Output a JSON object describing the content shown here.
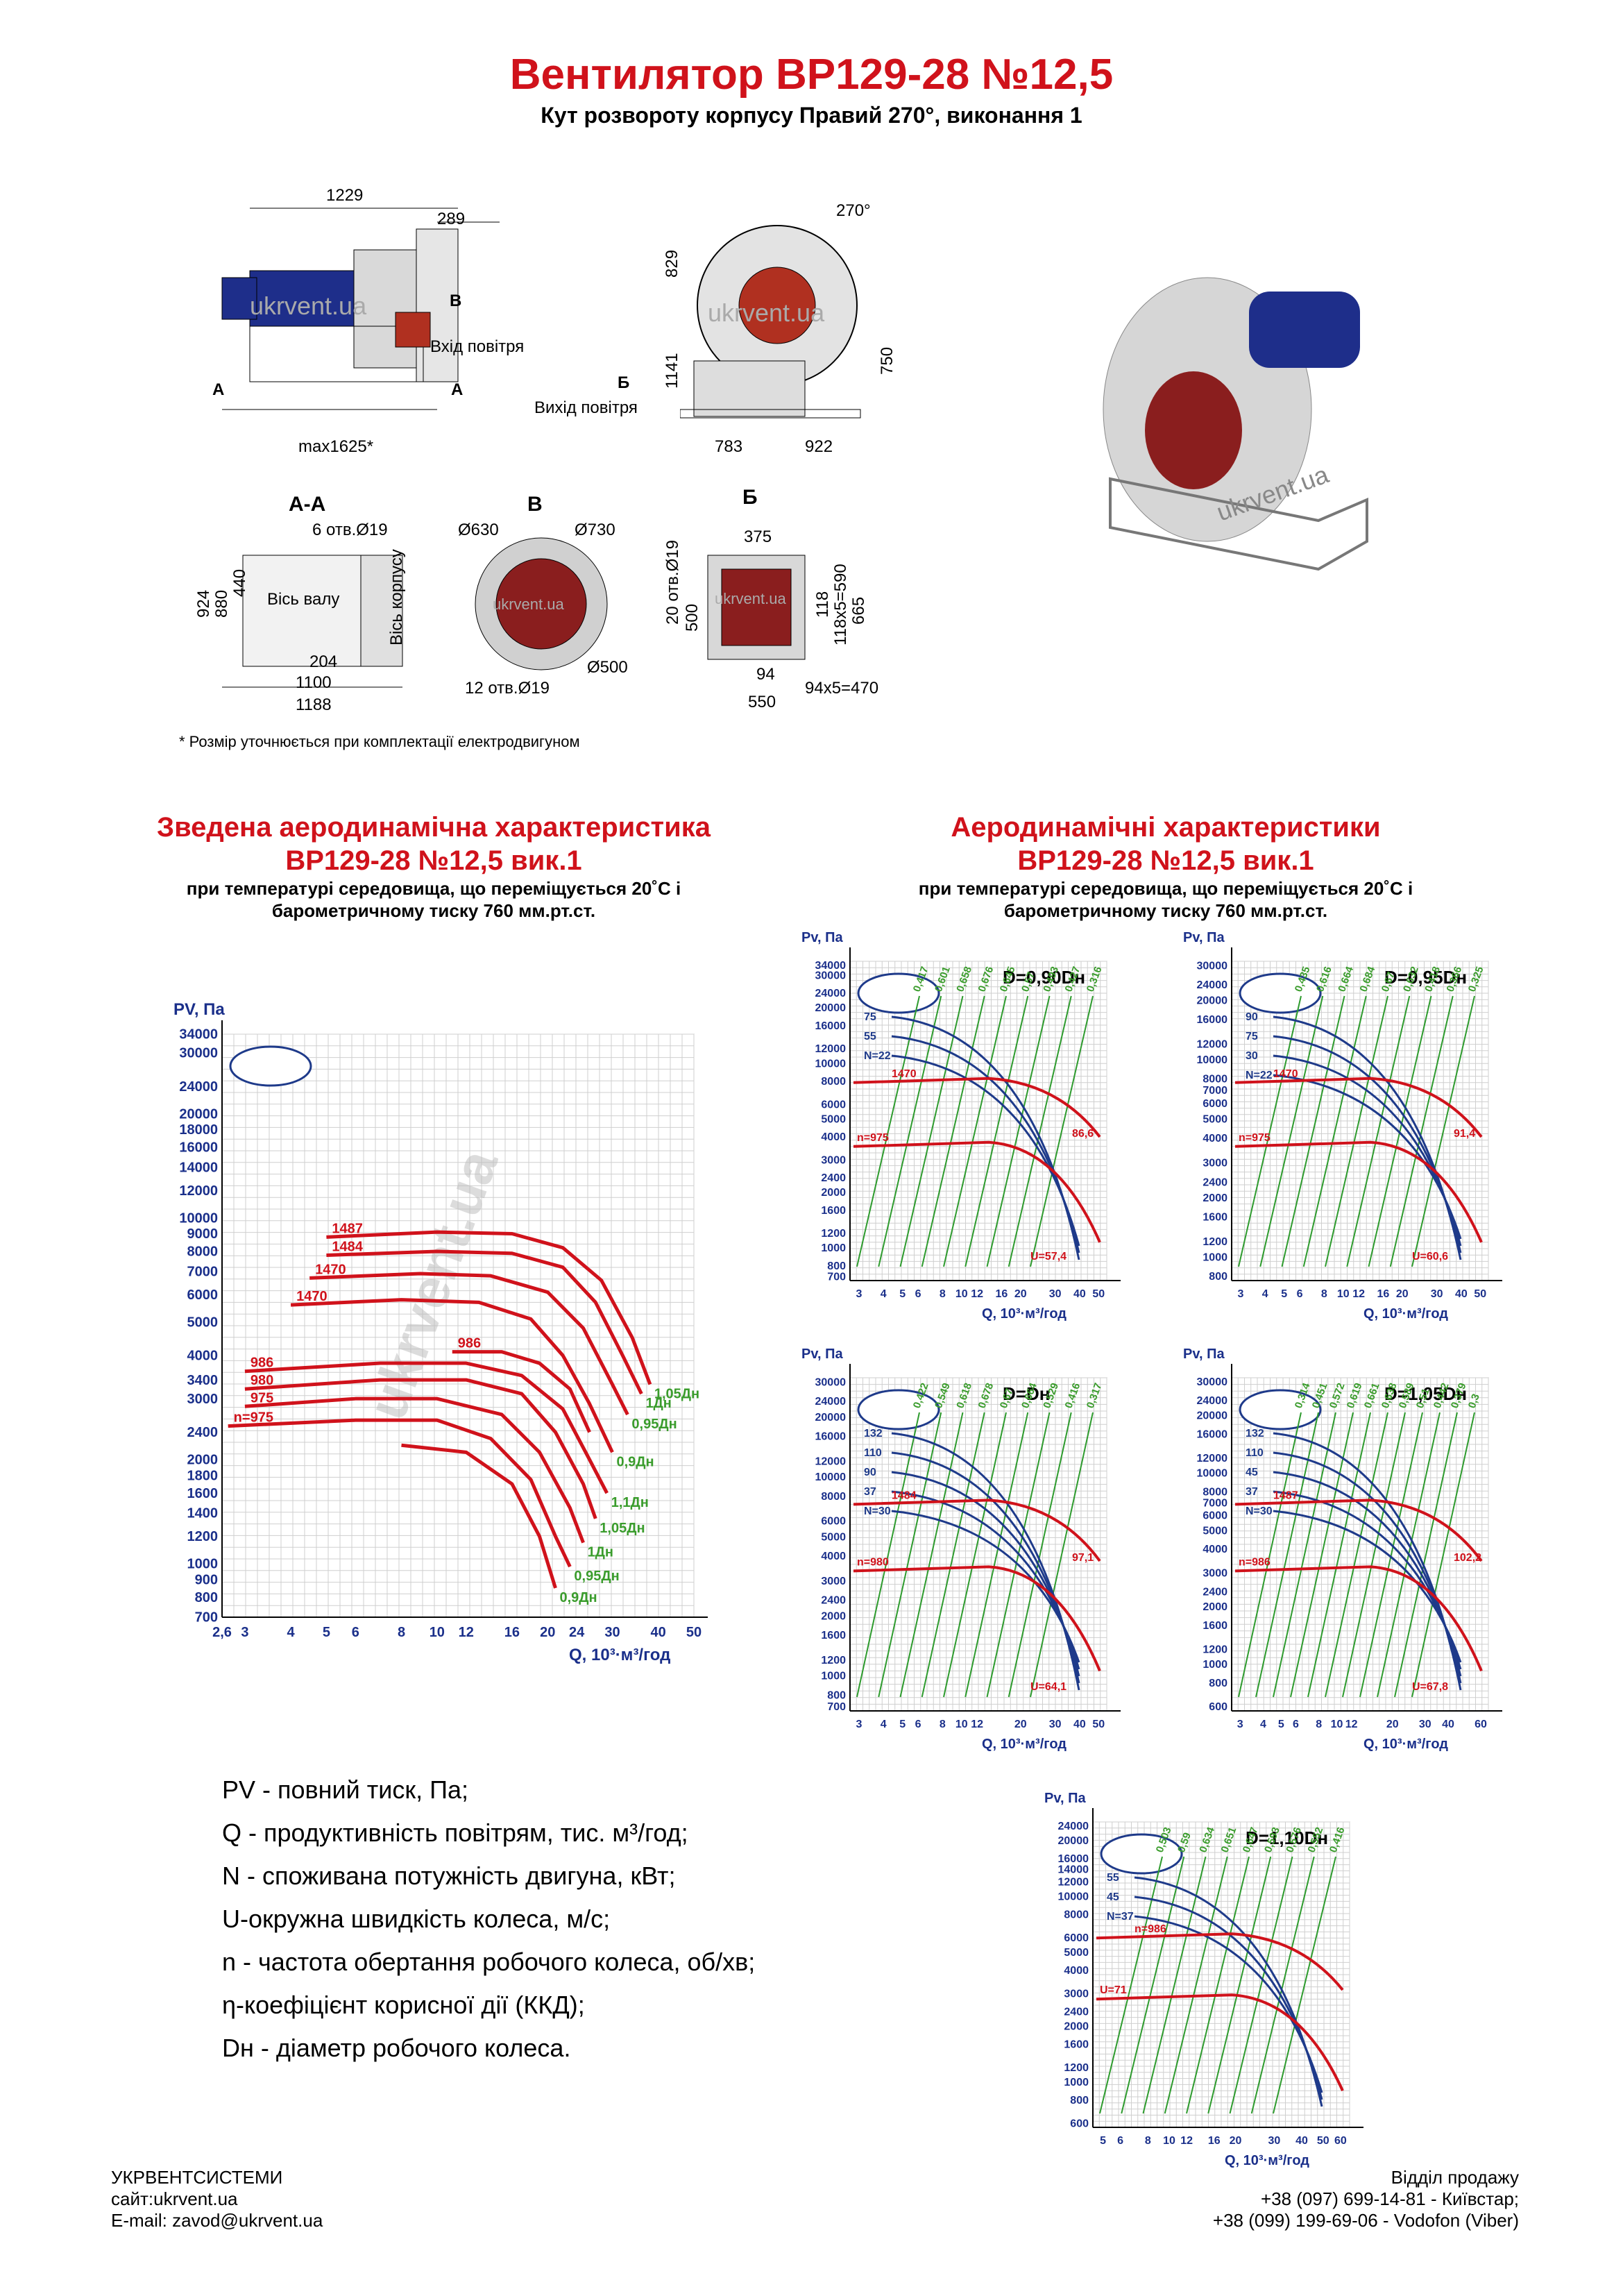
{
  "header": {
    "title": "Вентилятор ВР129-28 №12,5",
    "subtitle": "Кут розвороту корпусу Правий 270°, виконання 1"
  },
  "drawing": {
    "side_view": {
      "dims": [
        "1229",
        "289",
        "max1625*"
      ],
      "labels": [
        "В",
        "Вхід повітря",
        "А",
        "А"
      ],
      "watermark": "ukrvent.ua"
    },
    "front_view": {
      "dims": [
        "270°",
        "829",
        "1141",
        "750",
        "783",
        "922"
      ],
      "labels": [
        "Б",
        "Вихід повітря"
      ],
      "watermark": "ukrvent.ua"
    },
    "section_aa": {
      "title": "А-А",
      "dims": [
        "6 отв.Ø19",
        "924",
        "880",
        "440",
        "204",
        "1100",
        "1188"
      ],
      "labels": [
        "Вісь валу",
        "Вісь корпусу"
      ]
    },
    "view_v": {
      "title": "В",
      "dims": [
        "Ø630",
        "Ø730",
        "Ø500",
        "12 отв.Ø19"
      ],
      "watermark": "ukrvent.ua"
    },
    "view_b": {
      "title": "Б",
      "dims": [
        "375",
        "20 отв.Ø19",
        "500",
        "118",
        "118х5=590",
        "665",
        "94",
        "94х5=470",
        "550"
      ],
      "watermark": "ukrvent.ua"
    },
    "render_watermark": "ukrvent.ua",
    "footnote": "* Розмір уточнюється при комплектації електродвигуном"
  },
  "summary": {
    "title1": "Зведена аеродинамічна характеристика",
    "title2": "ВР129-28 №12,5 вик.1",
    "sub1": "при температурі середовища, що переміщується 20˚С і",
    "sub2": "барометричному тиску 760 мм.рт.ст."
  },
  "charts_header": {
    "title1": "Аеродинамічні характеристики",
    "title2": "ВР129-28 №12,5 вик.1",
    "sub1": "при температурі середовища, що переміщується 20˚С і",
    "sub2": "барометричному тиску 760 мм.рт.ст."
  },
  "chart_data": [
    {
      "type": "line",
      "id": "summary",
      "ylabel": "PV, Па",
      "xlabel": "Q, 10³·м³/год",
      "log_scale": true,
      "x_ticks": [
        "2,6",
        "3",
        "4",
        "5",
        "6",
        "8",
        "10",
        "12",
        "16",
        "20",
        "24",
        "30",
        "40",
        "50"
      ],
      "y_ticks": [
        "700",
        "800",
        "900",
        "1000",
        "1200",
        "1400",
        "1600",
        "1800",
        "2000",
        "2400",
        "3000",
        "3400",
        "4000",
        "5000",
        "6000",
        "7000",
        "8000",
        "9000",
        "10000",
        "12000",
        "14000",
        "16000",
        "18000",
        "20000",
        "24000",
        "30000",
        "34000"
      ],
      "xlim": [
        2.6,
        50
      ],
      "ylim": [
        700,
        34000
      ],
      "watermark": "ukrvent.ua",
      "series": [
        {
          "name": "1487",
          "end_label": "1,05Дн",
          "x": [
            5,
            10,
            16,
            22,
            28,
            34,
            38
          ],
          "y": [
            8800,
            9100,
            9000,
            8200,
            6600,
            4500,
            3300
          ]
        },
        {
          "name": "1484",
          "end_label": "1Дн",
          "x": [
            5,
            10,
            16,
            22,
            27,
            32,
            36
          ],
          "y": [
            7800,
            8000,
            7900,
            7200,
            5700,
            4000,
            3100
          ]
        },
        {
          "name": "1470",
          "end_label": "0,95Дн",
          "x": [
            4.5,
            9,
            14,
            20,
            25,
            30,
            33
          ],
          "y": [
            6700,
            6900,
            6800,
            6100,
            4800,
            3300,
            2700
          ]
        },
        {
          "name": "1470",
          "end_label": "0,9Дн",
          "x": [
            4,
            8,
            13,
            18,
            22,
            26,
            30
          ],
          "y": [
            5600,
            5800,
            5700,
            5100,
            4000,
            2900,
            2100
          ]
        },
        {
          "name": "986",
          "end_label": "1,1Дн",
          "x": [
            3,
            7,
            12,
            17,
            22,
            26,
            29
          ],
          "y": [
            3600,
            3800,
            3800,
            3500,
            2800,
            2000,
            1600
          ]
        },
        {
          "name": "986",
          "end_label": "",
          "x": [
            11,
            15,
            19,
            23,
            26
          ],
          "y": [
            4100,
            4100,
            3800,
            3200,
            2400
          ]
        },
        {
          "name": "980",
          "end_label": "1,05Дн",
          "x": [
            3,
            7,
            12,
            17,
            21,
            25,
            27
          ],
          "y": [
            3200,
            3400,
            3400,
            3100,
            2400,
            1700,
            1350
          ]
        },
        {
          "name": "975",
          "end_label": "1Дн",
          "x": [
            3,
            6,
            10,
            15,
            19,
            23,
            25
          ],
          "y": [
            2850,
            3000,
            3000,
            2700,
            2100,
            1450,
            1150
          ]
        },
        {
          "name": "n=975",
          "end_label": "0,95Дн",
          "x": [
            2.7,
            6,
            10,
            14,
            18,
            21,
            23
          ],
          "y": [
            2500,
            2600,
            2600,
            2300,
            1750,
            1200,
            980
          ]
        },
        {
          "name": "",
          "end_label": "0,9Дн",
          "x": [
            8,
            12,
            16,
            19,
            21
          ],
          "y": [
            2200,
            2100,
            1700,
            1200,
            850
          ]
        }
      ]
    },
    {
      "type": "line",
      "id": "d090",
      "title": "D=0,90Dн",
      "ylabel": "Pv, Па",
      "xlabel": "Q, 10³·м³/год",
      "x_ticks": [
        "3",
        "4",
        "5",
        "6",
        "8",
        "10",
        "12",
        "16",
        "20",
        "30",
        "40",
        "50"
      ],
      "y_ticks": [
        "700",
        "800",
        "1000",
        "1200",
        "1600",
        "2000",
        "2400",
        "3000",
        "4000",
        "5000",
        "6000",
        "8000",
        "10000",
        "12000",
        "16000",
        "20000",
        "24000",
        "30000",
        "34000"
      ],
      "labels_blue": [
        "75",
        "55",
        "N=22"
      ],
      "labels_red": [
        "1470",
        "n=975",
        "86,6",
        "U=57,4"
      ],
      "labels_green": [
        "0,417",
        "0,601",
        "0,658",
        "0,676",
        "0,645",
        "0,57",
        "0,493",
        "0,427",
        "0,316"
      ]
    },
    {
      "type": "line",
      "id": "d095",
      "title": "D=0,95Dн",
      "ylabel": "Pv, Па",
      "xlabel": "Q, 10³·м³/год",
      "x_ticks": [
        "3",
        "4",
        "5",
        "6",
        "8",
        "10",
        "12",
        "16",
        "20",
        "30",
        "40",
        "50"
      ],
      "y_ticks": [
        "800",
        "1000",
        "1200",
        "1600",
        "2000",
        "2400",
        "3000",
        "4000",
        "5000",
        "6000",
        "7000",
        "8000",
        "10000",
        "12000",
        "16000",
        "20000",
        "24000",
        "30000"
      ],
      "labels_blue": [
        "90",
        "75",
        "30",
        "N=22"
      ],
      "labels_red": [
        "1470",
        "n=975",
        "91,4",
        "U=60,6"
      ],
      "labels_green": [
        "0,435",
        "0,616",
        "0,664",
        "0,684",
        "0,67",
        "0,632",
        "0,418",
        "0,366",
        "0,325"
      ]
    },
    {
      "type": "line",
      "id": "d100",
      "title": "D=Dн",
      "ylabel": "Pv, Па",
      "xlabel": "Q, 10³·м³/год",
      "x_ticks": [
        "3",
        "4",
        "5",
        "6",
        "8",
        "10",
        "12",
        "20",
        "30",
        "40",
        "50"
      ],
      "y_ticks": [
        "700",
        "800",
        "1000",
        "1200",
        "1600",
        "2000",
        "2400",
        "3000",
        "4000",
        "5000",
        "6000",
        "8000",
        "10000",
        "12000",
        "16000",
        "20000",
        "24000",
        "30000"
      ],
      "labels_blue": [
        "132",
        "110",
        "90",
        "37",
        "N=30"
      ],
      "labels_red": [
        "1484",
        "n=980",
        "97,1",
        "U=64,1"
      ],
      "labels_green": [
        "0,422",
        "0,549",
        "0,618",
        "0,678",
        "0,67",
        "0,664",
        "0,529",
        "0,416",
        "0,317"
      ]
    },
    {
      "type": "line",
      "id": "d105",
      "title": "D=1,05Dн",
      "ylabel": "Pv, Па",
      "xlabel": "Q, 10³·м³/год",
      "x_ticks": [
        "3",
        "4",
        "5",
        "6",
        "8",
        "10",
        "12",
        "20",
        "30",
        "40",
        "60"
      ],
      "y_ticks": [
        "600",
        "800",
        "1000",
        "1200",
        "1600",
        "2000",
        "2400",
        "3000",
        "4000",
        "5000",
        "6000",
        "7000",
        "8000",
        "10000",
        "12000",
        "16000",
        "20000",
        "24000",
        "30000"
      ],
      "labels_blue": [
        "132",
        "110",
        "45",
        "37",
        "N=30"
      ],
      "labels_red": [
        "1487",
        "n=986",
        "102,2",
        "U=67,8"
      ],
      "labels_green": [
        "0,314",
        "0,451",
        "0,572",
        "0,619",
        "0,661",
        "0,638",
        "0,589",
        "0,51",
        "0,442",
        "0,379",
        "0,3"
      ]
    },
    {
      "type": "line",
      "id": "d110",
      "title": "D=1,10Dн",
      "ylabel": "Pv, Па",
      "xlabel": "Q, 10³·м³/год",
      "x_ticks": [
        "5",
        "6",
        "8",
        "10",
        "12",
        "16",
        "20",
        "30",
        "40",
        "50",
        "60"
      ],
      "y_ticks": [
        "600",
        "800",
        "1000",
        "1200",
        "1600",
        "2000",
        "2400",
        "3000",
        "4000",
        "5000",
        "6000",
        "8000",
        "10000",
        "12000",
        "14000",
        "16000",
        "20000",
        "24000"
      ],
      "labels_blue": [
        "55",
        "45",
        "N=37"
      ],
      "labels_red": [
        "n=986",
        "U=71"
      ],
      "labels_green": [
        "0,503",
        "0,59",
        "0,634",
        "0,651",
        "0,647",
        "0,593",
        "0,576",
        "0,552",
        "0,416"
      ]
    }
  ],
  "legend": {
    "items": [
      "PV - повний тиск, Па;",
      "Q - продуктивність повітрям, тис. м³/год;",
      "N - споживана потужність двигуна, кВт;",
      "U-окружна швидкість колеса, м/с;",
      "n - частота обертання робочого колеса, об/хв;",
      "η-коефіцієнт корисної дії (ККД);",
      "Dн - діаметр робочого колеса."
    ]
  },
  "footer": {
    "company": "УКРВЕНТСИСТЕМИ",
    "site": "сайт:ukrvent.ua",
    "email": "E-mail: zavod@ukrvent.ua",
    "sales_title": "Відділ продажу",
    "phone1": "+38 (097) 699-14-81 - Київстар;",
    "phone2": "+38 (099) 199-69-06 - Vodofon (Viber)"
  },
  "colors": {
    "title_red": "#d0121b",
    "curve_red": "#d0121b",
    "curve_blue": "#1e3a8a",
    "curve_green": "#2e9b2e",
    "grid": "#cfcfcf",
    "label_green": "#3a9c2c",
    "axis_blue": "#1a2f8a"
  }
}
